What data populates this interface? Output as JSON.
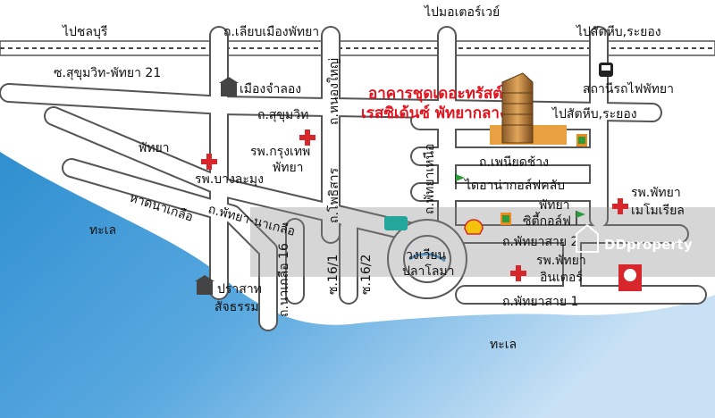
{
  "labels": {
    "to_chonburi": "ไปชลบุรี",
    "road_liap_mueang": "ถ.เลียบเมืองพัทยา",
    "to_motorway": "ไปมอเตอร์เวย์",
    "to_sattahip_top": "ไปสัตหีบ,ระยอง",
    "soi_sukhumvit_21": "ซ.สุขุมวิท-พัทยา 21",
    "mueang_jamlong": "เมืองจำลอง",
    "station": "สถานีรถไฟพัทยา",
    "to_sattahip_mid": "ไปสัตหีบ,ระยอง",
    "road_sukhumvit": "ถ.สุขุมวิท",
    "road_nong_yai": "ถ.หนองใหญ่",
    "pattaya": "พัทยา",
    "hosp_bkk_1": "รพ.กรุงเทพ",
    "hosp_bkk_2": "พัทยา",
    "road_phoen_yot": "ถ.เพนียดช้าง",
    "road_pattaya_nuea": "ถ.พัทยาเหนือ",
    "road_phothisan": "ถ.โพธิสาร",
    "golf_club": "ไดอาน่ากอล์ฟคลับ",
    "hosp_banglamung": "รพ.บางละมุง",
    "hat_naklua": "หาดนาเกลือ",
    "road_pattaya_naklua": "ถ.พัทยา-นาเกลือ",
    "sea_1": "ทะเล",
    "naklua_16": "ถ.นาเกลือ 16",
    "soi_16_1": "ซ.16/1",
    "soi_16_2": "ซ.16/2",
    "roundabout_1": "วงเวียน",
    "roundabout_2": "ปลาโลมา",
    "city_golf_1": "พัทยา",
    "city_golf_2": "ซิตี้กอล์ฟ",
    "road_pattaya_sai_2": "ถ.พัทยาสาย 2",
    "hosp_inter_1": "รพ.พัทยา",
    "hosp_inter_2": "อินเตอร์",
    "hosp_memorial_1": "รพ.พัทยา",
    "hosp_memorial_2": "เมโมเรียล",
    "sanctuary_1": "ปราสาท",
    "sanctuary_2": "สัจธรรม",
    "road_pattaya_sai_1": "ถ.พัทยาสาย 1",
    "sea_2": "ทะเล",
    "project_line1": "อาคารชุดเดอะทรัสต์",
    "project_line2": "เรสซิเด้นซ์ พัทยากลาง",
    "watermark": "DDproperty"
  },
  "colors": {
    "sea": "#3f9dd9",
    "road_border": "#444444",
    "project_text": "#e0141e",
    "hospital_cross": "#d8262d",
    "watermark": "#ffffff"
  },
  "icons": [
    "hospital-cross-icon",
    "train-icon",
    "building-icon",
    "tower-icon",
    "shell-logo-icon",
    "golf-flag-icon",
    "seven-eleven-icon",
    "store-icon"
  ]
}
